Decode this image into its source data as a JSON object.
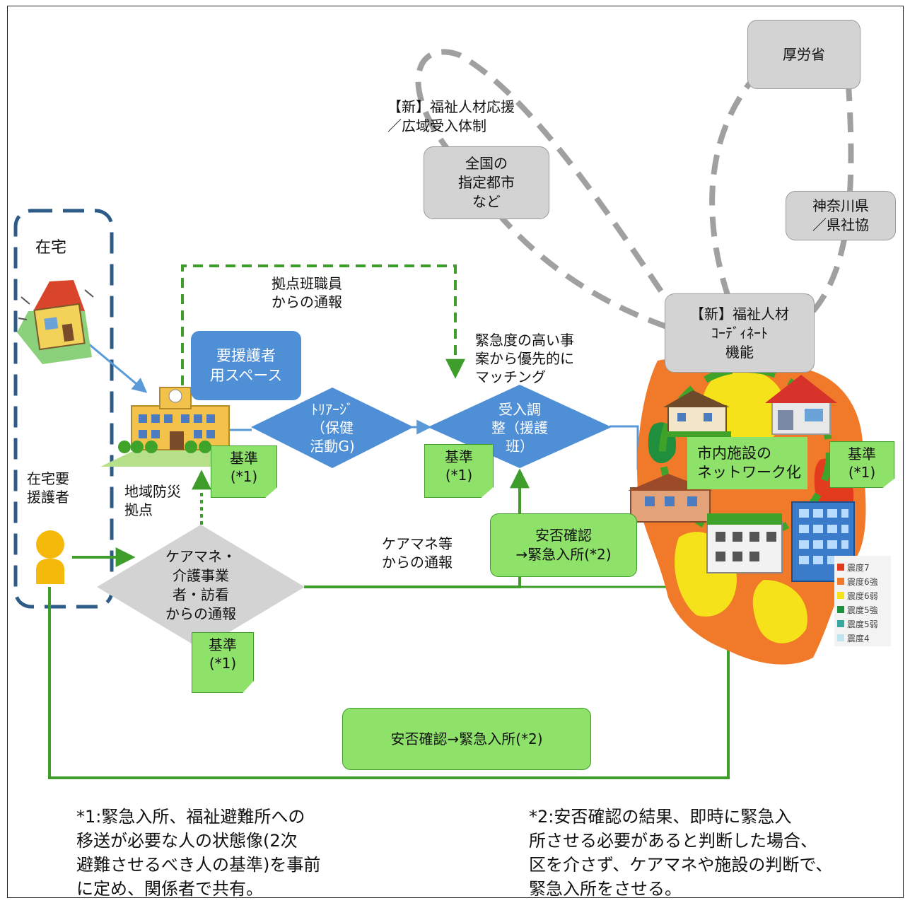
{
  "top_entities": {
    "mhlw": "厚労省",
    "cities": "全国の\n指定都市\nなど",
    "kanagawa": "神奈川県\n／県社協",
    "new_support_label": "【新】福祉人材応援\n／広域受入体制",
    "coordinate_fn": "【新】福祉人材\nｺｰﾃﾞｨﾈｰﾄ\n機能"
  },
  "home": {
    "title": "在宅",
    "needs_support_person": "在宅要\n援護者"
  },
  "base": {
    "space_label": "要援護者\n用スペース",
    "base_label": "地域防災\n拠点",
    "staff_report": "拠点班職員\nからの通報"
  },
  "flow": {
    "triage": "ﾄﾘｱｰｼﾞ\n（保健\n活動G)",
    "adjust": "受入調\n整（援護\n班）",
    "priority_note": "緊急度の高い事\n案から優先的に\nマッチング",
    "care_report": "ケアマネ・\n介護事業\n者・訪看\nからの通報",
    "care_report_label": "ケアマネ等\nからの通報",
    "safety_box_small": "安否確認\n→緊急入所(*2)",
    "safety_box_large": "安否確認→緊急入所(*2)"
  },
  "kijun": "基準\n(*1)",
  "facilities": {
    "network_label": "市内施設の\nネットワーク化",
    "legend": [
      "震度7",
      "震度6強",
      "震度6弱",
      "震度5強",
      "震度5弱",
      "震度4"
    ]
  },
  "colors": {
    "seismic": [
      "#e23b1e",
      "#f07a2a",
      "#f6e21a",
      "#1f8e3d",
      "#38a7a0",
      "#bfe6ee"
    ],
    "green_box": "#8ee26a",
    "blue_box": "#4f8fd6",
    "gray_box": "#d3d3d3"
  },
  "notes": {
    "note1": "*1:緊急入所、福祉避難所への\n移送が必要な人の状態像(2次\n避難させるべき人の基準)を事前\nに定め、関係者で共有。",
    "note2": "*2:安否確認の結果、即時に緊急入\n所させる必要があると判断した場合、\n区を介さず、ケアマネや施設の判断で、\n緊急入所をさせる。"
  }
}
